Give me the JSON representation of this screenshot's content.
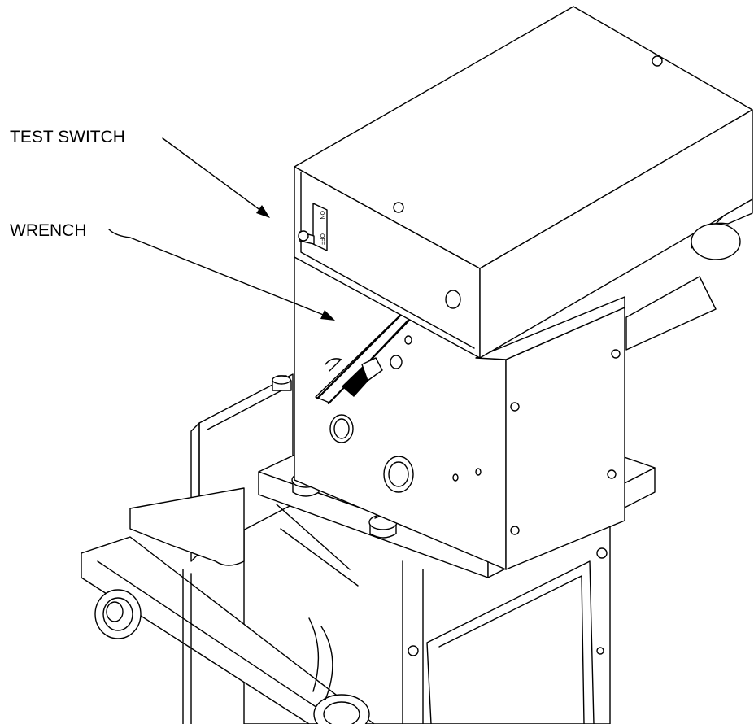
{
  "callouts": {
    "test_switch": "TEST SWITCH",
    "wrench": "WRENCH"
  },
  "switch_labels": {
    "on": "ON",
    "off": "OFF"
  },
  "colors": {
    "line": "#000000",
    "background": "#ffffff"
  }
}
